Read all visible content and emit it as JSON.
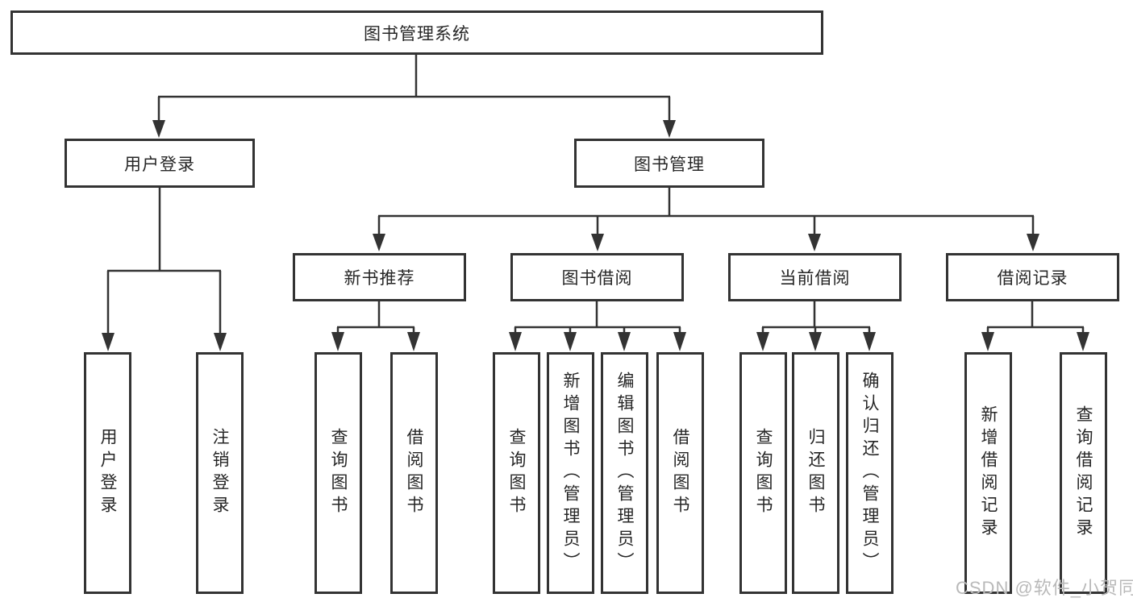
{
  "diagram": {
    "title_node": {
      "label": "图书管理系统"
    },
    "level2": [
      {
        "id": "user-login",
        "label": "用户登录"
      },
      {
        "id": "book-management",
        "label": "图书管理"
      }
    ],
    "level3": [
      {
        "id": "new-book-recommend",
        "label": "新书推荐"
      },
      {
        "id": "book-borrow",
        "label": "图书借阅"
      },
      {
        "id": "current-borrow",
        "label": "当前借阅"
      },
      {
        "id": "borrow-records",
        "label": "借阅记录"
      }
    ],
    "leaves": {
      "user_login": [
        "用户登录",
        "注销登录"
      ],
      "new_book_recommend": [
        "查询图书",
        "借阅图书"
      ],
      "book_borrow": [
        "查询图书",
        "新增图书（管理员）",
        "编辑图书（管理员）",
        "借阅图书"
      ],
      "current_borrow": [
        "查询图书",
        "归还图书",
        "确认归还（管理员）"
      ],
      "borrow_records": [
        "新增借阅记录",
        "查询借阅记录"
      ]
    },
    "watermark": "CSDN @软件_小贺同学",
    "colors": {
      "line": "#333333",
      "text": "#262626",
      "box_background": "#ffffff",
      "watermark": "#b9b9b9",
      "page_background": "#ffffff"
    }
  }
}
